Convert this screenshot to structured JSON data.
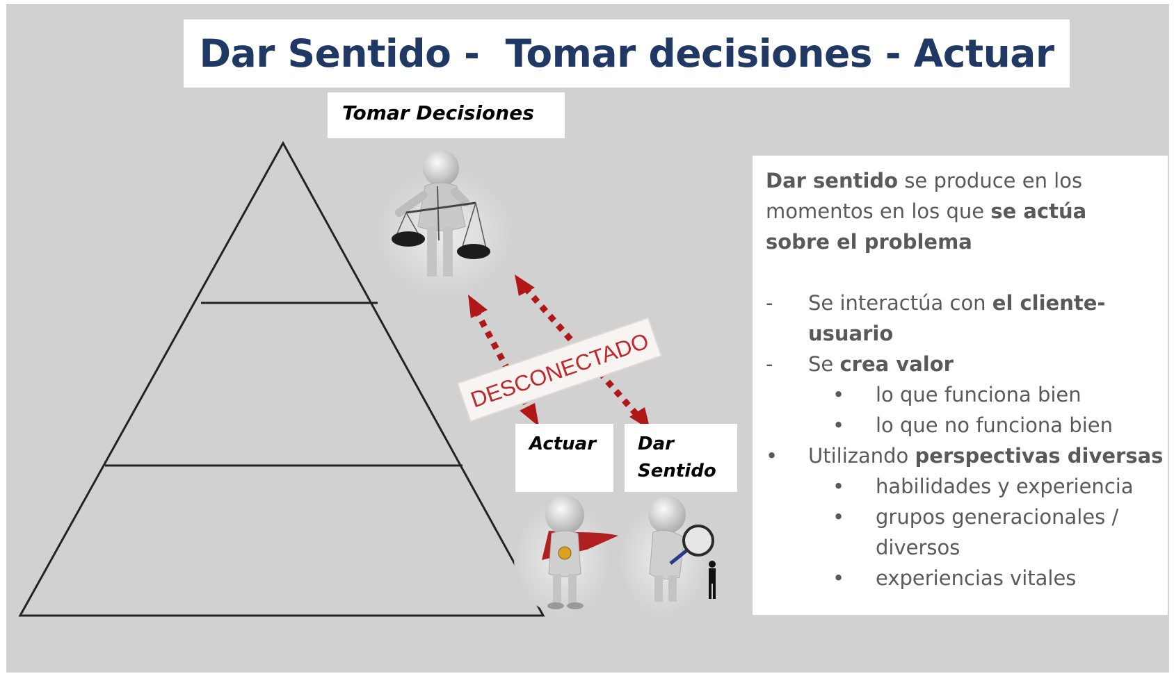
{
  "title": "Dar Sentido -  Tomar decisiones - Actuar",
  "labels": {
    "tomar": "Tomar Decisiones",
    "actuar": "Actuar",
    "dar_line1": "Dar",
    "dar_line2": "Sentido"
  },
  "stamp": "DESCONECTADO",
  "panel": {
    "intro": {
      "p1_bold": "Dar sentido",
      "p1_rest": " se produce en los",
      "p2": "momentos en los que ",
      "p2_bold": "se actúa",
      "p3_bold": "sobre el problema"
    },
    "dash": "-",
    "bullet": "•",
    "item1_pre": "Se interactúa con ",
    "item1_bold1": "el cliente-",
    "item1_bold2": "usuario",
    "item2_pre": "Se ",
    "item2_bold": "crea valor",
    "item2_sub1": "lo que funciona bien",
    "item2_sub2": "lo que no funciona bien",
    "item3_pre": "Utilizando ",
    "item3_bold": "perspectivas diversas",
    "item3_sub1": "habilidades y experiencia",
    "item3_sub2a": "grupos generacionales /",
    "item3_sub2b": "diversos",
    "item3_sub3": "experiencias vitales"
  },
  "colors": {
    "title": "#203864",
    "arrow": "#b01818",
    "stamp_text": "#c0272d",
    "body_text": "#595959"
  },
  "icons": [
    "scales-figure-icon",
    "superhero-figure-icon",
    "magnifier-figure-icon"
  ]
}
